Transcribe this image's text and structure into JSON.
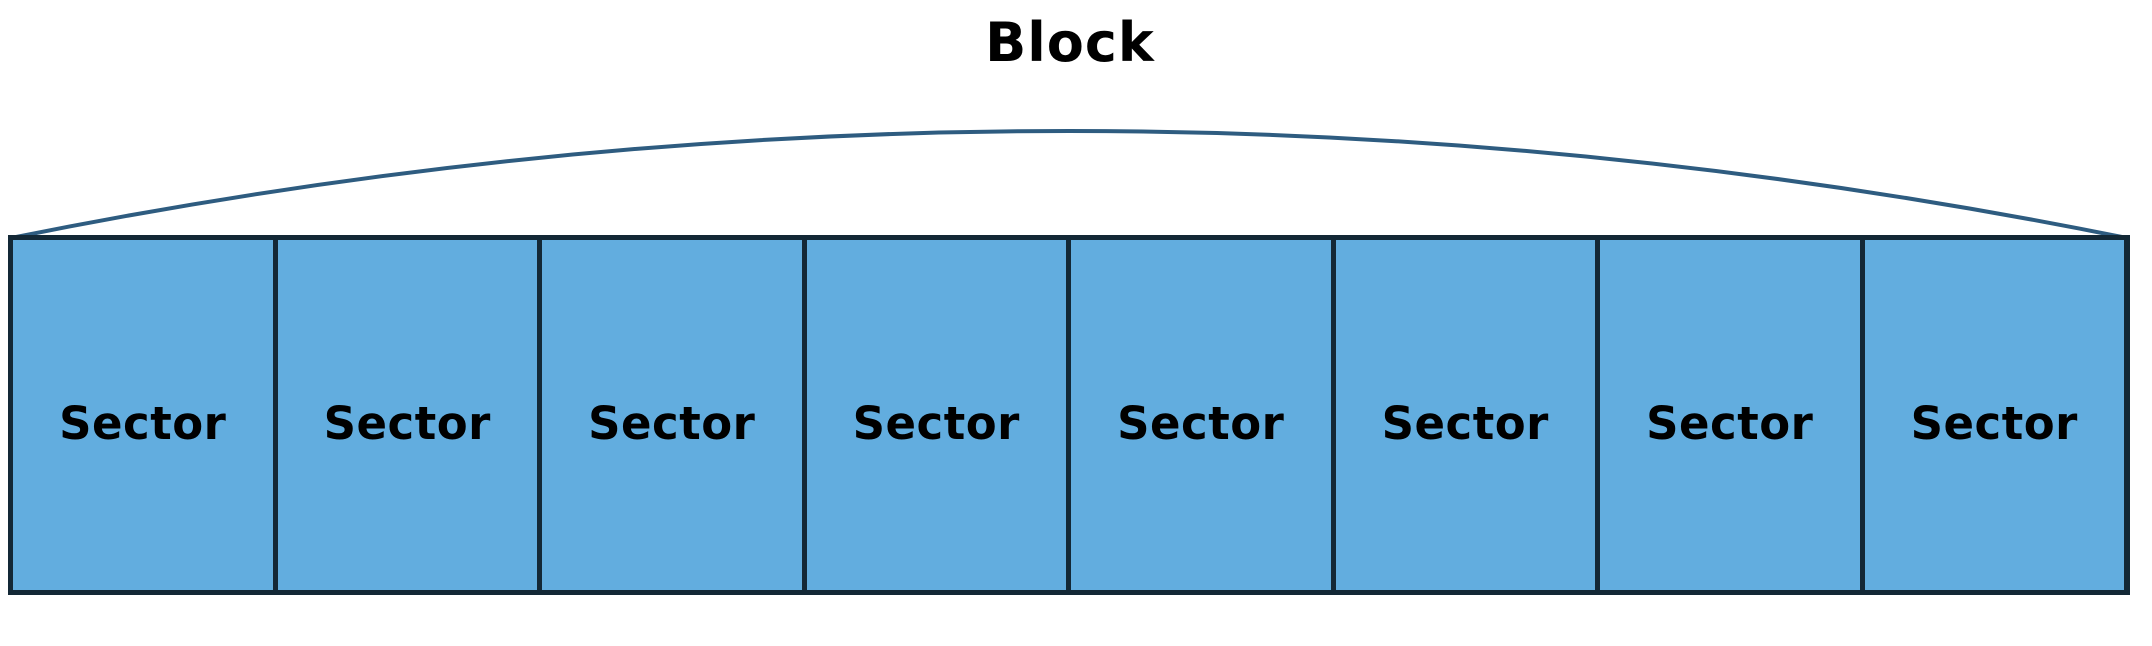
{
  "diagram": {
    "title": "Block",
    "brace_label": "Block",
    "sectors": [
      {
        "label": "Sector"
      },
      {
        "label": "Sector"
      },
      {
        "label": "Sector"
      },
      {
        "label": "Sector"
      },
      {
        "label": "Sector"
      },
      {
        "label": "Sector"
      },
      {
        "label": "Sector"
      },
      {
        "label": "Sector"
      }
    ],
    "sector_count": 8,
    "colors": {
      "background": "#ffffff",
      "sector_fill": "#62ADDF",
      "sector_border": "#132836",
      "arc_stroke": "#2E5C80",
      "title_text": "#000000",
      "sector_text": "#000000"
    }
  }
}
